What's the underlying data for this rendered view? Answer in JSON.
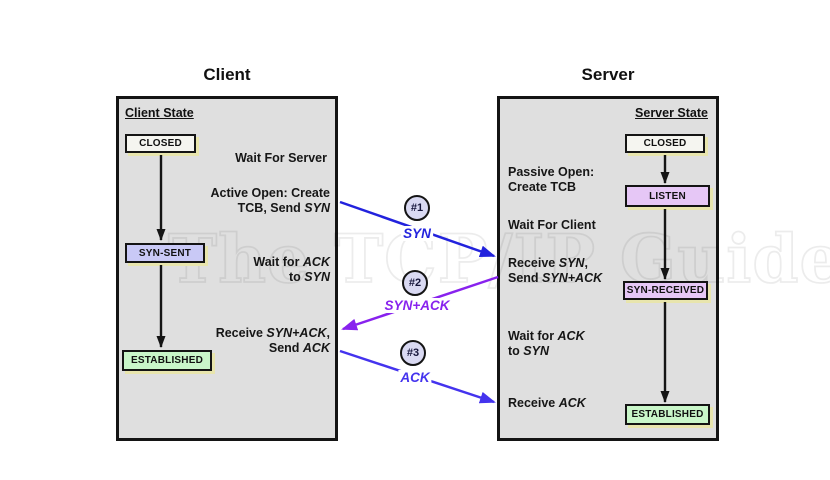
{
  "watermark": "The TCP/IP Guide",
  "client": {
    "title": "Client",
    "state_header": "Client State",
    "states": {
      "closed": "CLOSED",
      "syn_sent": "SYN-SENT",
      "established": "ESTABLISHED"
    },
    "annotations": {
      "wait_server": "Wait For Server",
      "active_open": "Active Open: Create\nTCB, Send *SYN*",
      "wait_ack": "Wait for *ACK*\nto *SYN*",
      "receive_synack": "Receive *SYN+ACK*,\nSend *ACK*"
    }
  },
  "server": {
    "title": "Server",
    "state_header": "Server State",
    "states": {
      "closed": "CLOSED",
      "listen": "LISTEN",
      "syn_received": "SYN-RECEIVED",
      "established": "ESTABLISHED"
    },
    "annotations": {
      "passive_open": "Passive Open:\nCreate TCB",
      "wait_client": "Wait For Client",
      "receive_syn": "Receive *SYN*,\nSend *SYN+ACK*",
      "wait_ack": "Wait for *ACK*\nto *SYN*",
      "receive_ack": "Receive *ACK*"
    }
  },
  "messages": [
    {
      "number": "#1",
      "label": "SYN"
    },
    {
      "number": "#2",
      "label": "SYN+ACK"
    },
    {
      "number": "#3",
      "label": "ACK"
    }
  ],
  "colors": {
    "panel_bg": "#dfdfdf",
    "state_closed": "#f5f5f0",
    "state_blue": "#c9c9f6",
    "state_purple": "#e6c7f6",
    "state_green": "#c9f6c9",
    "box_shadow": "#e8e5ad",
    "syn_arrow": "#2222dd",
    "synack_arrow": "#8822ee",
    "ack_arrow": "#4433ee",
    "circle_bg": "#d9d9f2"
  }
}
